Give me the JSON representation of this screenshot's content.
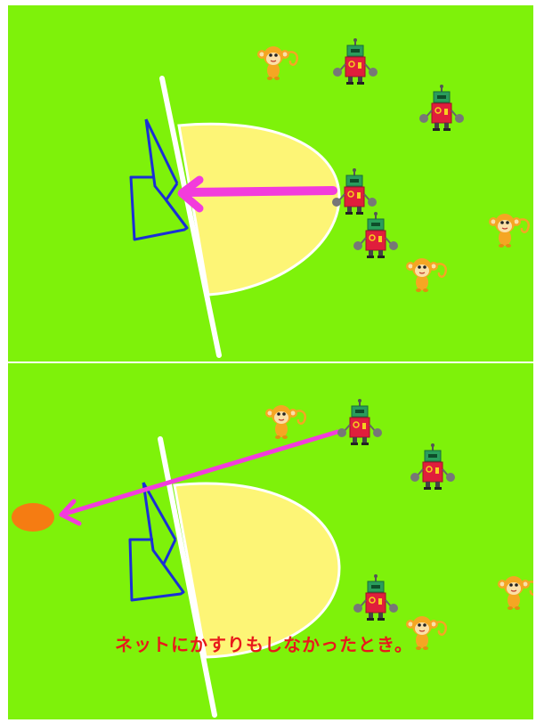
{
  "scenes": [
    {
      "name": "top-scene"
    },
    {
      "name": "bottom-scene",
      "caption": "ネットにかすりもしなかったとき。"
    }
  ],
  "colors": {
    "field": "#7ef20a",
    "court": "#fdf576",
    "court_line": "#ffffff",
    "goal": "#1a2fd6",
    "arrow": "#f23cdc",
    "ball": "#f57c12",
    "caption": "#e8191b"
  },
  "characters": [
    "monkey",
    "robot"
  ],
  "icons": [
    "monkey-icon",
    "robot-icon",
    "goal-icon",
    "arrow-icon",
    "ball-icon"
  ]
}
